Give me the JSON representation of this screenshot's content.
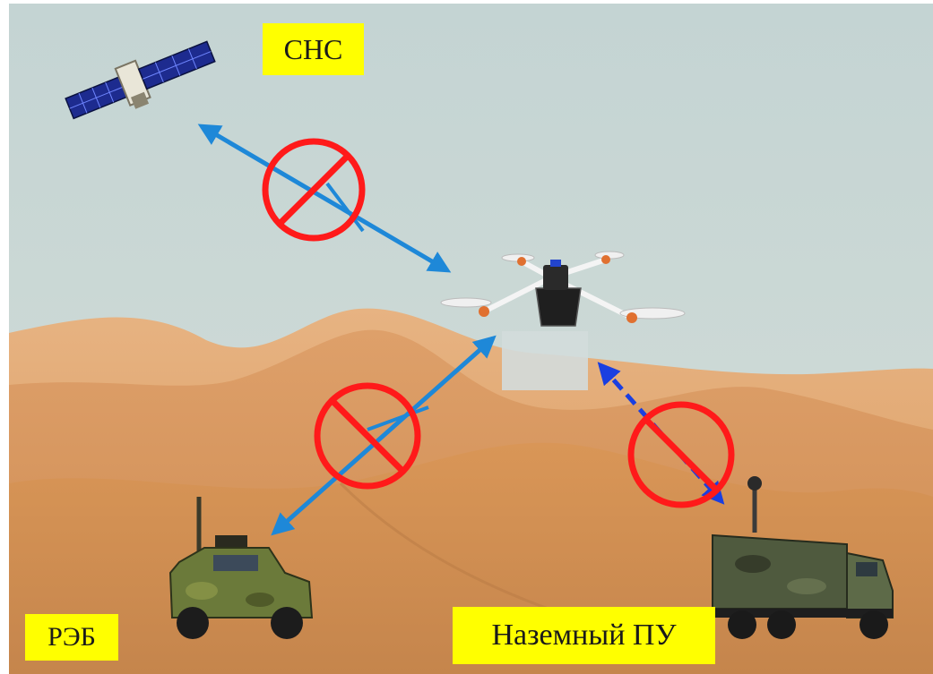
{
  "labels": {
    "satellite_system": "СНС",
    "electronic_warfare": "РЭБ",
    "ground_control": "Наземный ПУ"
  },
  "colors": {
    "sky": "#c9d6d4",
    "sand": "#d9955a",
    "link_arrow": "#1e88d8",
    "ground_link_arrow": "#1a3fe0",
    "prohibition": "#ff1a1a",
    "label_background": "#ffff00"
  },
  "icons": {
    "satellite": "satellite-icon",
    "drone": "quadcopter-drone-icon",
    "ew_vehicle": "armored-jeep-icon",
    "ground_station_vehicle": "military-truck-icon",
    "blocked": "prohibition-sign-icon"
  }
}
